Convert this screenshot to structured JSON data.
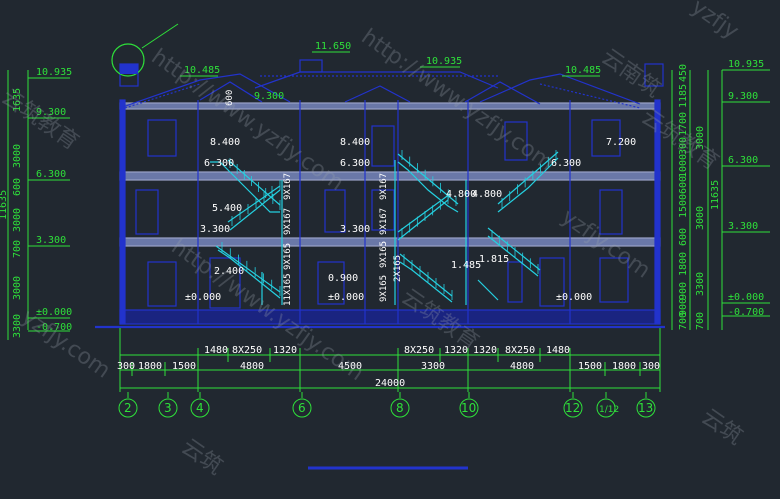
{
  "colors": {
    "background": "#212830",
    "structure": "#2233cc",
    "stair": "#24d0e0",
    "dimension": "#2ee03a",
    "text": "#ffffff",
    "watermark": "#9aa3ad"
  },
  "elevations": {
    "ridge": "11.650",
    "eave_mid": "10.935",
    "eave_left": "10.485",
    "eave_right": "10.485",
    "roof_floor_left": "9.300",
    "stair_landing_left_top": "8.400",
    "stair_landing_mid_top": "8.400",
    "stair_landing_right_top": "7.200",
    "third_floor_left": "6.300",
    "third_floor_mid": "6.300",
    "third_floor_right": "6.300",
    "mid_landing_a": "4.800",
    "mid_landing_b": "4.800",
    "stair_landing_left_mid": "5.400",
    "second_floor_left": "3.300",
    "second_floor_mid": "3.300",
    "landing_2400": "2.400",
    "landing_1485": "1.485",
    "landing_1815": "1.815",
    "landing_0900": "0.900",
    "ground_left": "±0.000",
    "ground_mid": "±0.000",
    "ground_right": "±0.000"
  },
  "stair_labels": {
    "l1": "9X167",
    "l2": "9X167",
    "l3": "9X165",
    "l4": "11X165",
    "m1": "9X167",
    "m2": "9X167",
    "m3": "9X165",
    "m4": "9X165",
    "m5": "2X165"
  },
  "left_scale": {
    "levels": [
      "10.935",
      "9.300",
      "6.300",
      "3.300",
      "±0.000",
      "-0.700"
    ],
    "dims": [
      "1635",
      "3000",
      "3000",
      "3000",
      "3300",
      "700"
    ],
    "total": "11635",
    "extra": "600"
  },
  "right_scale": {
    "levels": [
      "10.935",
      "9.300",
      "6.300",
      "3.300",
      "±0.000",
      "-0.700"
    ],
    "dims": [
      "450",
      "1185",
      "1700",
      "300",
      "1000",
      "600",
      "1500",
      "600",
      "1800",
      "900",
      "900",
      "700"
    ],
    "sub_dims": [
      "3300",
      "3000",
      "3000",
      "700"
    ],
    "total": "11635"
  },
  "bottom_dims": {
    "row1": [
      "1480",
      "8X250",
      "1320",
      "8X250",
      "1320",
      "1320",
      "8X250",
      "1480"
    ],
    "row2": [
      "300",
      "1800",
      "1500",
      "4800",
      "4500",
      "3300",
      "4800",
      "1500",
      "1800",
      "300"
    ],
    "total": "24000"
  },
  "axes": [
    "2",
    "3",
    "4",
    "6",
    "8",
    "10",
    "12",
    "1/12",
    "13"
  ],
  "watermarks": [
    "http://www.yzfjy.com",
    "http://www.yzfjy.com",
    "http://www.yzfjy.com",
    "yzfjy.com",
    "yzfjy.com",
    "云南筑",
    "云筑教育",
    "云筑教育",
    "云筑教育",
    "yzfjy",
    "云筑",
    "云筑"
  ]
}
